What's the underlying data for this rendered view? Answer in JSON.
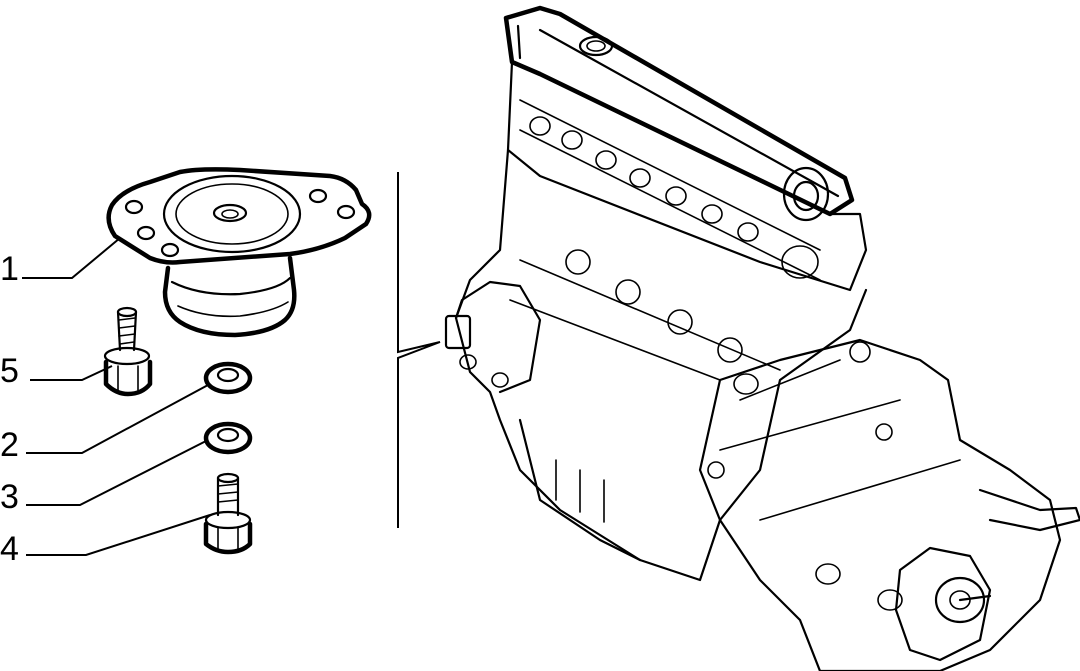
{
  "callouts": [
    {
      "id": "1",
      "label": "1",
      "part": "engine-mount"
    },
    {
      "id": "5",
      "label": "5",
      "part": "stud-bolt"
    },
    {
      "id": "2",
      "label": "2",
      "part": "washer-upper"
    },
    {
      "id": "3",
      "label": "3",
      "part": "washer-lower"
    },
    {
      "id": "4",
      "label": "4",
      "part": "hex-bolt"
    }
  ],
  "colors": {
    "line": "#000000",
    "background": "#ffffff"
  }
}
